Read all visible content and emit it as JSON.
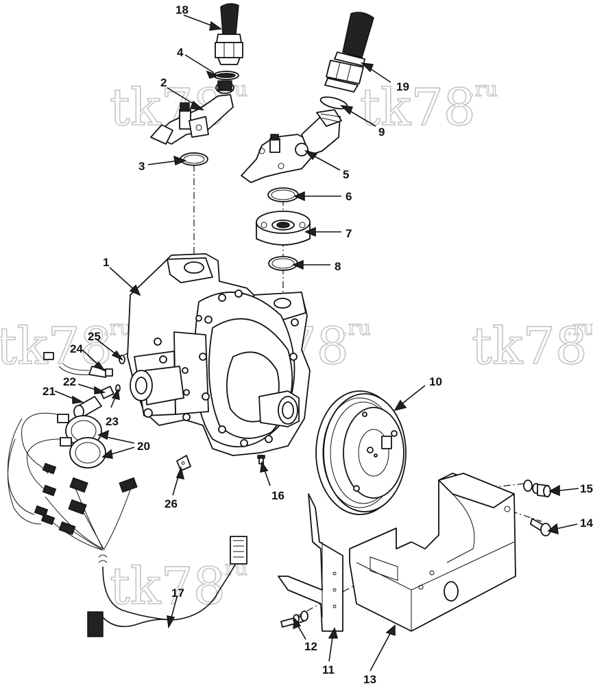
{
  "callouts": [
    {
      "id": "18",
      "text": "18"
    },
    {
      "id": "4",
      "text": "4"
    },
    {
      "id": "2",
      "text": "2"
    },
    {
      "id": "19",
      "text": "19"
    },
    {
      "id": "9",
      "text": "9"
    },
    {
      "id": "3",
      "text": "3"
    },
    {
      "id": "5",
      "text": "5"
    },
    {
      "id": "6",
      "text": "6"
    },
    {
      "id": "7",
      "text": "7"
    },
    {
      "id": "8",
      "text": "8"
    },
    {
      "id": "1",
      "text": "1"
    },
    {
      "id": "25",
      "text": "25"
    },
    {
      "id": "24",
      "text": "24"
    },
    {
      "id": "22",
      "text": "22"
    },
    {
      "id": "21",
      "text": "21"
    },
    {
      "id": "23",
      "text": "23"
    },
    {
      "id": "20",
      "text": "20"
    },
    {
      "id": "10",
      "text": "10"
    },
    {
      "id": "26",
      "text": "26"
    },
    {
      "id": "16",
      "text": "16"
    },
    {
      "id": "15",
      "text": "15"
    },
    {
      "id": "14",
      "text": "14"
    },
    {
      "id": "17",
      "text": "17"
    },
    {
      "id": "12",
      "text": "12"
    },
    {
      "id": "11",
      "text": "11"
    },
    {
      "id": "13",
      "text": "13"
    }
  ],
  "watermark": {
    "main": "tk78",
    "sup": ".ru"
  },
  "colors": {
    "ink": "#111111",
    "watermark_outline": "#c4c4c4",
    "background": "#ffffff"
  }
}
